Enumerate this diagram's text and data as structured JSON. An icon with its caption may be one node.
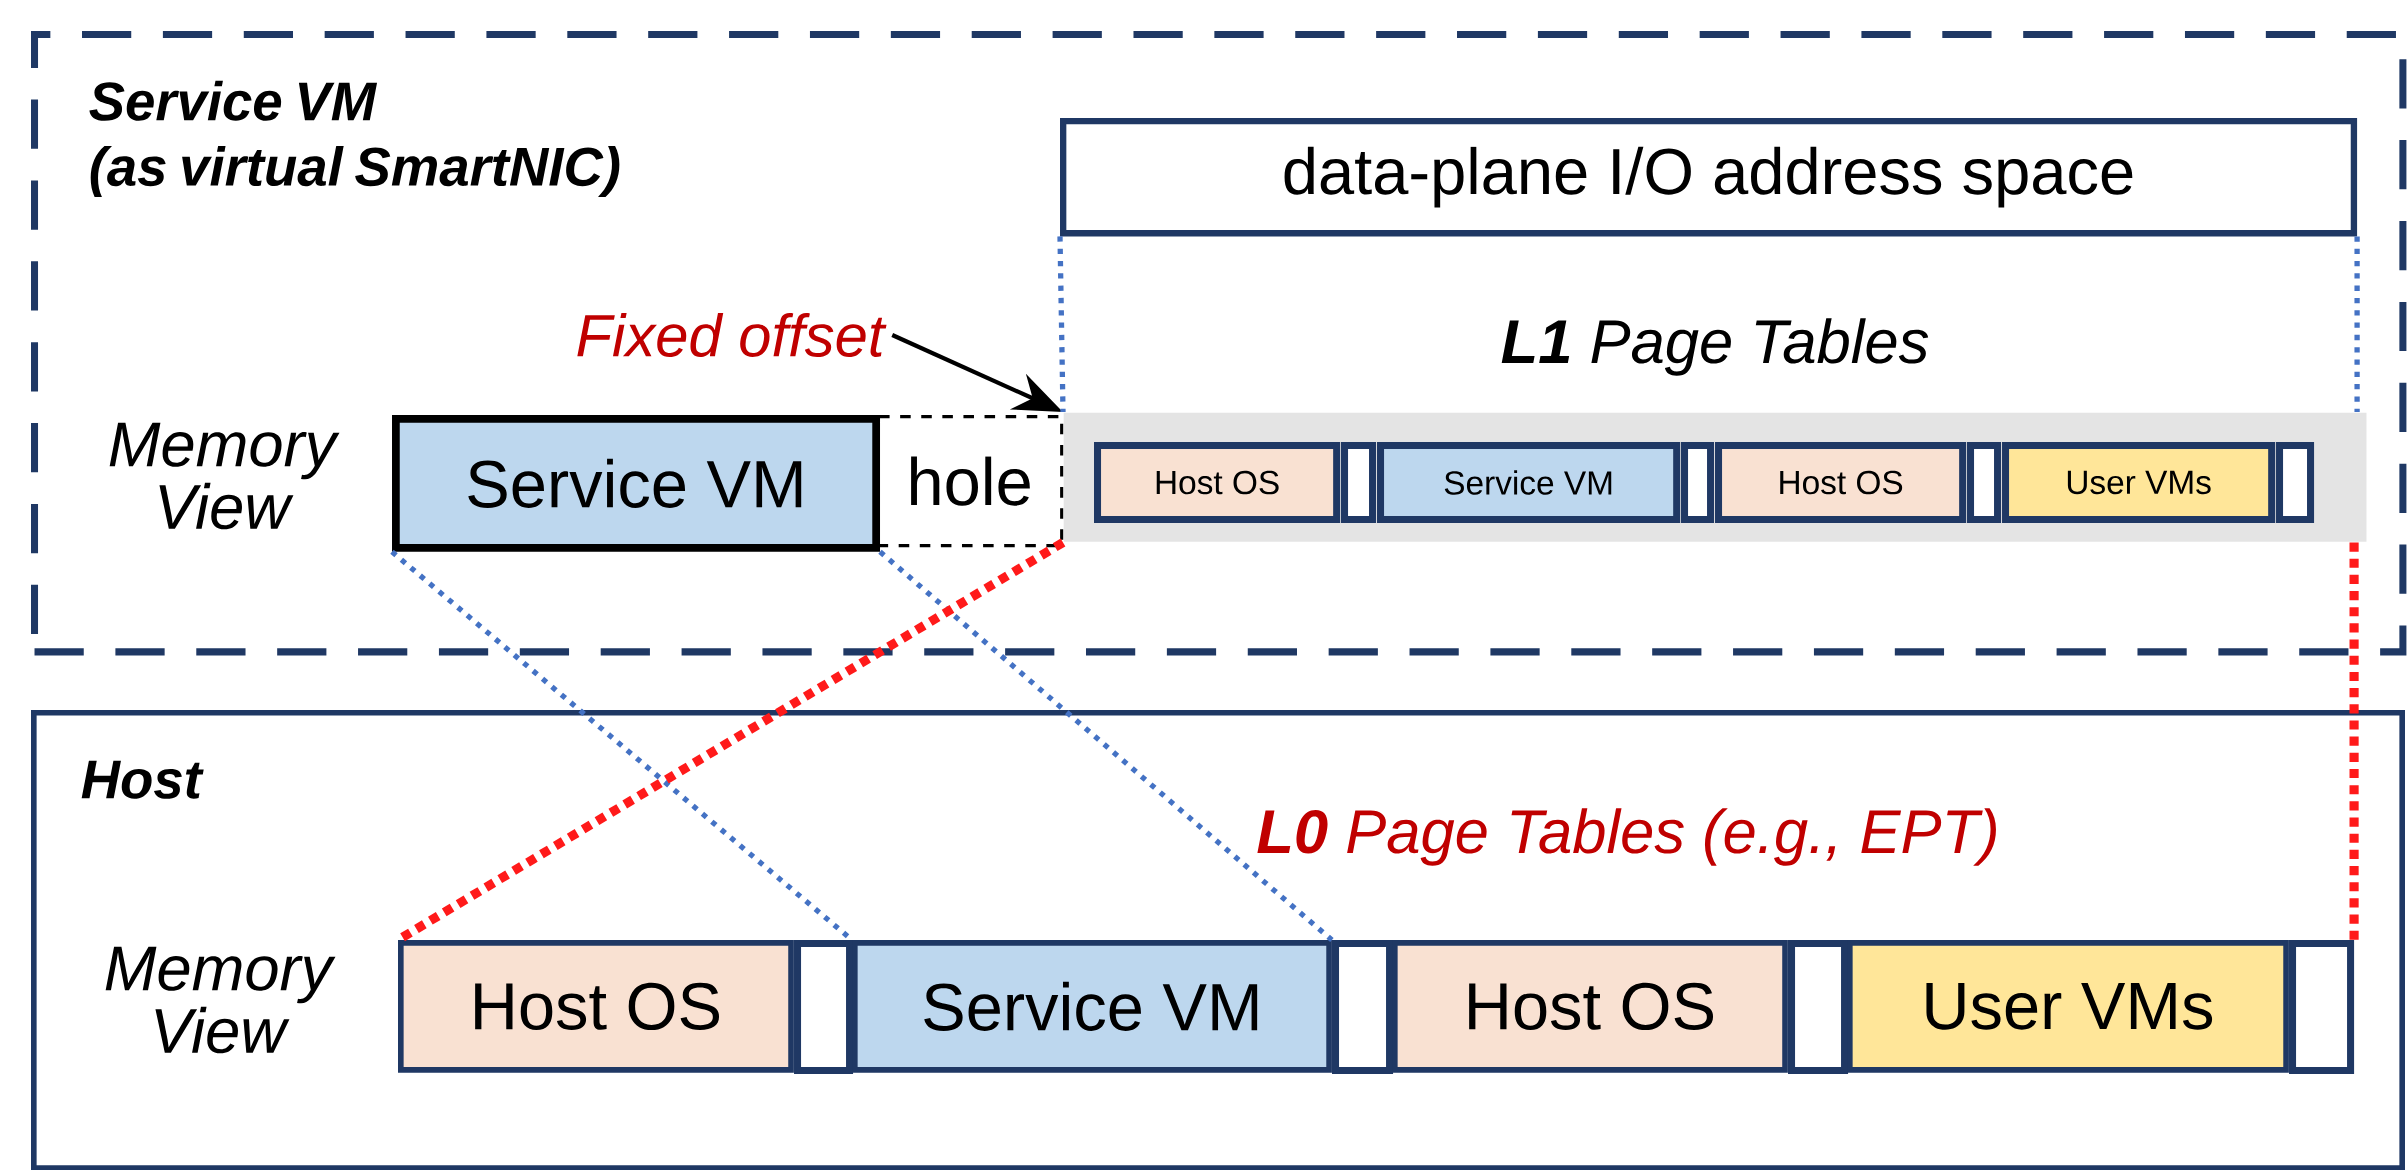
{
  "diagram": {
    "nodes": [
      {
        "text": [
          "Service VM (as virtual SmartNIC)"
        ]
      },
      {
        "text": [
          "data-plane I/O address space"
        ],
        "in": 0
      },
      {
        "text": [
          "Fixed offset"
        ],
        "in": 0
      },
      {
        "text": [
          "Service VM"
        ],
        "in": 0
      },
      {
        "text": [
          "hole"
        ],
        "in": 0
      },
      {
        "text": [],
        "shape": "bar",
        "in": 0
      },
      {
        "text": [
          "Host OS"
        ],
        "in": 5
      },
      {
        "text": [],
        "shape": "box",
        "in": 5
      },
      {
        "text": [
          "Service VM"
        ],
        "in": 5
      },
      {
        "text": [],
        "shape": "box",
        "in": 5
      },
      {
        "text": [
          "Host OS"
        ],
        "in": 5
      },
      {
        "text": [],
        "shape": "box",
        "in": 5
      },
      {
        "text": [
          "User VMs"
        ],
        "in": 5
      },
      {
        "text": [],
        "shape": "box",
        "in": 5
      },
      {
        "text": [
          "Host"
        ]
      },
      {
        "text": [
          "Host OS"
        ],
        "in": 14
      },
      {
        "text": [],
        "shape": "box",
        "in": 14
      },
      {
        "text": [
          "Service VM"
        ],
        "in": 14
      },
      {
        "text": [],
        "shape": "box",
        "in": 14
      },
      {
        "text": [
          "Host OS"
        ],
        "in": 14
      },
      {
        "text": [],
        "shape": "box",
        "in": 14
      },
      {
        "text": [
          "User VMs"
        ],
        "in": 14
      },
      {
        "text": [],
        "shape": "box",
        "in": 14
      }
    ],
    "edges": [
      {
        "from": 2,
        "to": 5,
        "arrow": "to",
        "color": "#000000"
      },
      {
        "from": 1,
        "to": 5,
        "arrow": "none",
        "style": "dashed",
        "color": "#4472c4"
      },
      {
        "from": 1,
        "to": 5,
        "arrow": "none",
        "style": "dashed",
        "color": "#4472c4"
      },
      {
        "from": 3,
        "to": 17,
        "arrow": "none",
        "style": "dashed",
        "color": "#4472c4"
      },
      {
        "from": 3,
        "to": 17,
        "arrow": "none",
        "style": "dashed",
        "color": "#4472c4"
      },
      {
        "from": 5,
        "to": 15,
        "arrow": "none",
        "style": "dashed",
        "color": "#ff1a1a"
      },
      {
        "from": 5,
        "to": 22,
        "arrow": "none",
        "style": "dashed",
        "color": "#ff1a1a"
      }
    ],
    "labels": [
      "**L1** Page Tables",
      "Memory View",
      "**L0** Page Tables (e.g., EPT)",
      "Memory View"
    ]
  }
}
